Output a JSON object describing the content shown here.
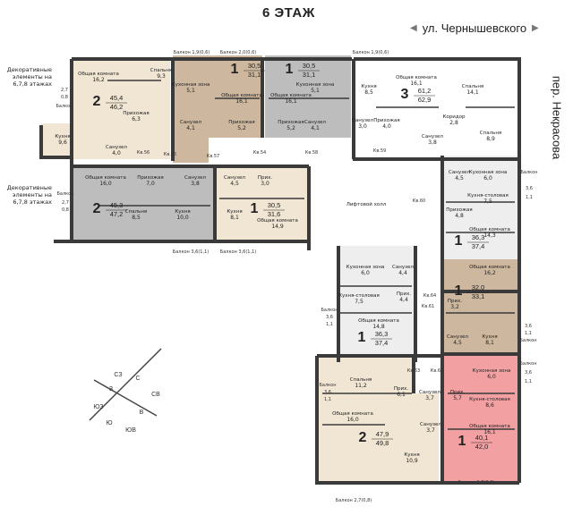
{
  "header": {
    "floor_title": "6 ЭТАЖ",
    "street_top": "ул. Чернышевского",
    "street_right": "пер. Некрасова"
  },
  "decor_notes": [
    "Декоративные элементы на 6,7,8 этажах",
    "Декоративные элементы на 6,7,8 этажах"
  ],
  "colors": {
    "wall": "#3a3a3a",
    "apt_beige": "#f1e6d3",
    "apt_tan": "#cdb79e",
    "apt_gray": "#bdbdbd",
    "apt_light": "#eeeeee",
    "apt_pink": "#f3a0a2",
    "apt_white": "#ffffff"
  },
  "apartments": [
    {
      "id": "a1",
      "rooms": "2",
      "area_total": "45,4",
      "area_living": "46,2"
    },
    {
      "id": "a2",
      "rooms": "1",
      "area_total": "30,5",
      "area_living": "31,1"
    },
    {
      "id": "a3",
      "rooms": "1",
      "area_total": "30,5",
      "area_living": "31,1"
    },
    {
      "id": "a4",
      "rooms": "3",
      "area_total": "61,2",
      "area_living": "62,9"
    },
    {
      "id": "a5",
      "rooms": "2",
      "area_total": "45,3",
      "area_living": "47,2"
    },
    {
      "id": "a6",
      "rooms": "1",
      "area_total": "30,5",
      "area_living": "31,6"
    },
    {
      "id": "a7",
      "rooms": "1",
      "area_total": "36,3",
      "area_living": "37,4"
    },
    {
      "id": "a8",
      "rooms": "1",
      "area_total": "32,0",
      "area_living": "33,1"
    },
    {
      "id": "a9",
      "rooms": "1",
      "area_total": "36,3",
      "area_living": "37,4"
    },
    {
      "id": "a10",
      "rooms": "2",
      "area_total": "47,9",
      "area_living": "49,8"
    },
    {
      "id": "a11",
      "rooms": "1",
      "area_total": "40,1",
      "area_living": "42,0"
    }
  ],
  "rooms": [
    {
      "label": "Общая комната",
      "value": "16,2"
    },
    {
      "label": "Спальня",
      "value": "9,3"
    },
    {
      "label": "Прихожая",
      "value": "6,3"
    },
    {
      "label": "Кухня",
      "value": "9,6"
    },
    {
      "label": "Санузел",
      "value": "4,0"
    },
    {
      "label": "Кухонная зона",
      "value": "5,1"
    },
    {
      "label": "Санузел",
      "value": "4,1"
    },
    {
      "label": "Общая комната",
      "value": "16,1"
    },
    {
      "label": "Прихожая",
      "value": "5,2"
    },
    {
      "label": "Общая комната",
      "value": "16,1"
    },
    {
      "label": "Прихожая",
      "value": "5,2"
    },
    {
      "label": "Кухонная зона",
      "value": "5,1"
    },
    {
      "label": "Санузел",
      "value": "4,1"
    },
    {
      "label": "Кухня",
      "value": "8,5"
    },
    {
      "label": "Общая комната",
      "value": "16,1"
    },
    {
      "label": "Спальня",
      "value": "14,1"
    },
    {
      "label": "Санузел",
      "value": "3,0"
    },
    {
      "label": "Прихожая",
      "value": "4,0"
    },
    {
      "label": "Коридор",
      "value": "2,8"
    },
    {
      "label": "Санузел",
      "value": "3,8"
    },
    {
      "label": "Спальня",
      "value": "8,9"
    },
    {
      "label": "Общая комната",
      "value": "16,0"
    },
    {
      "label": "Прихожая",
      "value": "7,0"
    },
    {
      "label": "Санузел",
      "value": "3,8"
    },
    {
      "label": "Спальня",
      "value": "8,5"
    },
    {
      "label": "Кухня",
      "value": "10,0"
    },
    {
      "label": "Санузел",
      "value": "4,5"
    },
    {
      "label": "Прих.",
      "value": "3,0"
    },
    {
      "label": "Кухня",
      "value": "8,1"
    },
    {
      "label": "Общая комната",
      "value": "14,9"
    },
    {
      "label": "Санузел",
      "value": "4,5"
    },
    {
      "label": "Кухонная зона",
      "value": "6,0"
    },
    {
      "label": "Кухня-столовая",
      "value": "7,5"
    },
    {
      "label": "Прихожая",
      "value": "4,8"
    },
    {
      "label": "Общая комната",
      "value": "14,3"
    },
    {
      "label": "Кухонная зона",
      "value": "6,0"
    },
    {
      "label": "Санузел",
      "value": "4,4"
    },
    {
      "label": "Кухня-столовая",
      "value": "7,5"
    },
    {
      "label": "Прих.",
      "value": "4,4"
    },
    {
      "label": "Общая комната",
      "value": "14,8"
    },
    {
      "label": "Общая комната",
      "value": "16,2"
    },
    {
      "label": "Прих.",
      "value": "3,2"
    },
    {
      "label": "Санузел",
      "value": "4,5"
    },
    {
      "label": "Кухня",
      "value": "8,1"
    },
    {
      "label": "Спальня",
      "value": "11,2"
    },
    {
      "label": "Прих.",
      "value": "6,1"
    },
    {
      "label": "Санузел",
      "value": "3,7"
    },
    {
      "label": "Прих.",
      "value": "5,7"
    },
    {
      "label": "Кухонная зона",
      "value": "6,0"
    },
    {
      "label": "Кухня-столовая",
      "value": "8,6"
    },
    {
      "label": "Общая комната",
      "value": "16,0"
    },
    {
      "label": "Санузел",
      "value": "3,7"
    },
    {
      "label": "Кухня",
      "value": "10,9"
    },
    {
      "label": "Общая комната",
      "value": "16,1"
    }
  ],
  "balconies": [
    "Балкон 1,9(0,6)",
    "Балкон 2,0(0,6)",
    "Балкон 1,9(0,6)",
    "Балкон 3,6(1,1)",
    "Балкон 3,6(1,1)",
    "Балкон 2,7(0,8)",
    "Балкон 2,7(0,8)",
    "2,7",
    "0,8",
    "Балкон",
    "Балкон",
    "2,7",
    "0,8",
    "Балкон",
    "3,6",
    "1,1",
    "Балкон",
    "3,6",
    "1,1",
    "3,6",
    "1,1",
    "Балкон",
    "Балкон",
    "3,6",
    "1,1",
    "Балкон",
    "3,6",
    "1,1",
    "Балкон",
    "3,6",
    "1,1"
  ],
  "corridor_labels": [
    "Кв.56",
    "Кв.55",
    "Кв.57",
    "Кв.54",
    "Кв.58",
    "Кв.59",
    "Кв.60",
    "Кв.64",
    "Кв.61",
    "Кв.63",
    "Кв.62"
  ],
  "lift_hall": "Лифтовой холл",
  "compass": [
    "С",
    "СВ",
    "В",
    "ЮВ",
    "Ю",
    "ЮЗ",
    "З",
    "СЗ"
  ]
}
